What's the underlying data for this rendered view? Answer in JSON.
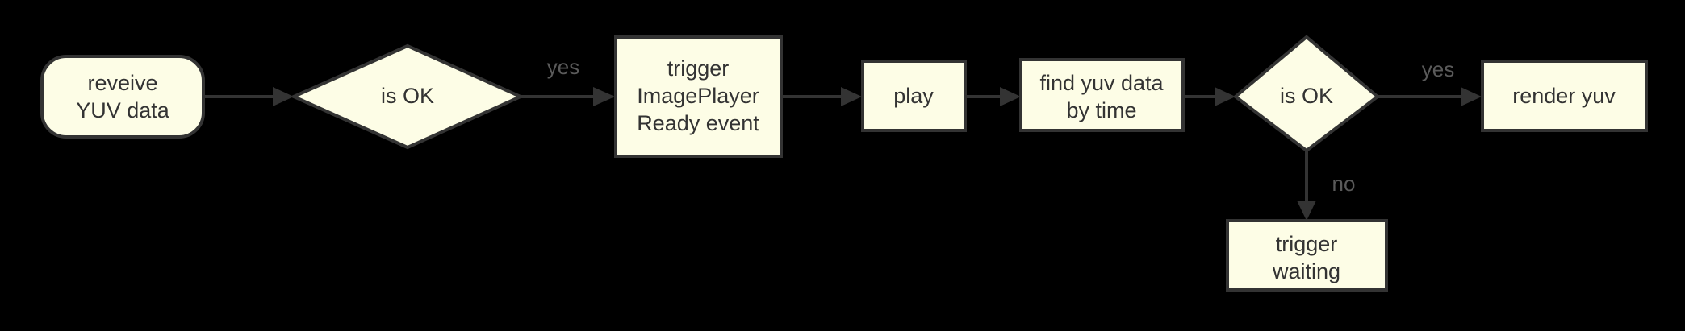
{
  "diagram": {
    "type": "flowchart",
    "orientation": "left-to-right",
    "background_color": "#000000",
    "node_fill_color": "#fdfde6",
    "node_stroke_color": "#333333",
    "edge_color": "#333333",
    "edge_label_color": "#5a5a5a",
    "nodes": [
      {
        "id": "receive",
        "shape": "rounded-rectangle",
        "lines": [
          "reveive",
          "YUV data"
        ],
        "line1": "reveive",
        "line2": "YUV data"
      },
      {
        "id": "is-ok-1",
        "shape": "diamond",
        "lines": [
          "is OK"
        ],
        "line1": "is OK"
      },
      {
        "id": "trigger-ready",
        "shape": "rectangle",
        "lines": [
          "trigger",
          "ImagePlayer",
          "Ready event"
        ],
        "line1": "trigger",
        "line2": "ImagePlayer",
        "line3": "Ready event"
      },
      {
        "id": "play",
        "shape": "rectangle",
        "lines": [
          "play"
        ],
        "line1": "play"
      },
      {
        "id": "find-yuv",
        "shape": "rectangle",
        "lines": [
          "find yuv data",
          "by time"
        ],
        "line1": "find yuv data",
        "line2": "by time"
      },
      {
        "id": "is-ok-2",
        "shape": "diamond",
        "lines": [
          "is OK"
        ],
        "line1": "is OK"
      },
      {
        "id": "render-yuv",
        "shape": "rectangle",
        "lines": [
          "render yuv"
        ],
        "line1": "render yuv"
      },
      {
        "id": "trigger-waiting",
        "shape": "rectangle",
        "lines": [
          "trigger",
          "waiting"
        ],
        "line1": "trigger",
        "line2": "waiting"
      }
    ],
    "edges": [
      {
        "id": "e1",
        "from": "receive",
        "to": "is-ok-1",
        "label": ""
      },
      {
        "id": "e2",
        "from": "is-ok-1",
        "to": "trigger-ready",
        "label": "yes"
      },
      {
        "id": "e3",
        "from": "trigger-ready",
        "to": "play",
        "label": ""
      },
      {
        "id": "e4",
        "from": "play",
        "to": "find-yuv",
        "label": ""
      },
      {
        "id": "e5",
        "from": "find-yuv",
        "to": "is-ok-2",
        "label": ""
      },
      {
        "id": "e6",
        "from": "is-ok-2",
        "to": "render-yuv",
        "label": "yes"
      },
      {
        "id": "e7",
        "from": "is-ok-2",
        "to": "trigger-waiting",
        "label": "no"
      }
    ]
  }
}
